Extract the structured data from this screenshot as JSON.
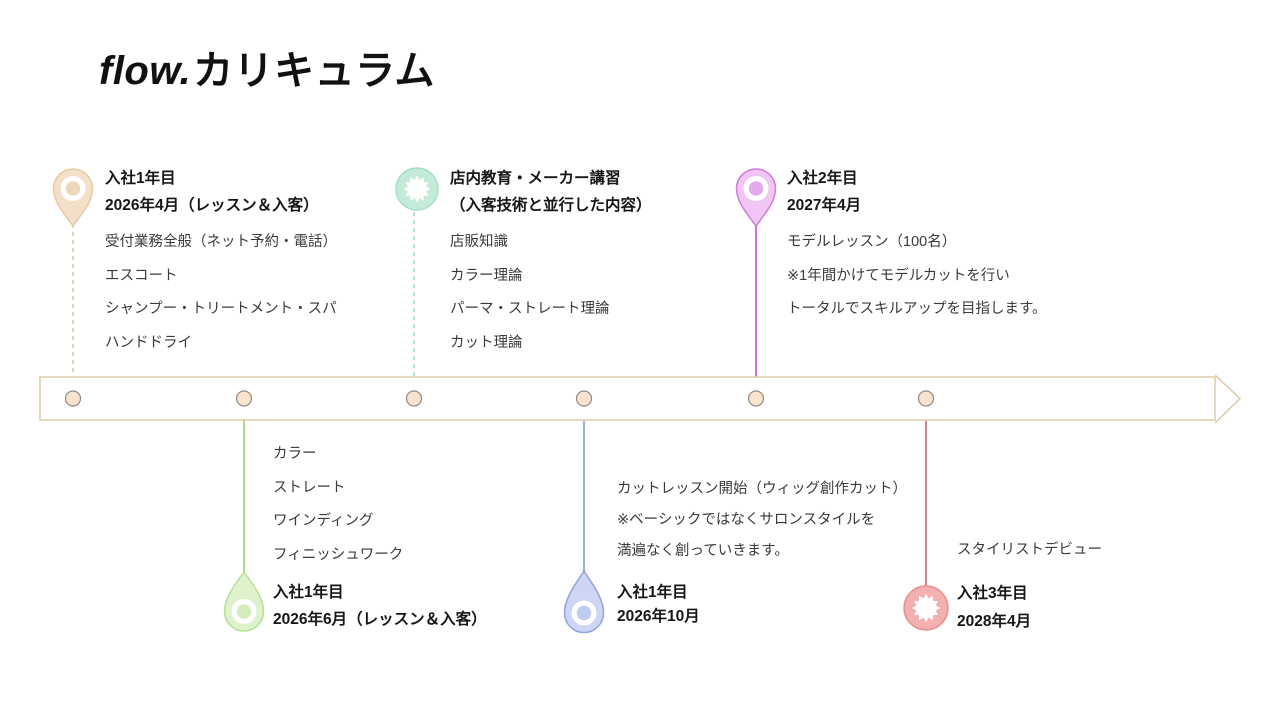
{
  "title": {
    "italic_part": "flow.",
    "text": "カリキュラム"
  },
  "palette": {
    "timeline_outline": "#e0cfab",
    "node_dot_fill": "#f8e4ce",
    "tan_accent": "#f4e0c8",
    "teal_accent": "#c3ebd8",
    "purple_accent": "#f1c6f5",
    "green_accent": "#def2cc",
    "blue_accent": "#cdd6f3",
    "red_accent": "#f4b0b0",
    "heading_text": "#161616",
    "body_text": "#3a3a3a"
  },
  "timeline": {
    "direction": "left-to-right",
    "node_count": 6
  },
  "milestones": [
    {
      "id": "april-2026",
      "side": "top",
      "icon": "map-pin-icon",
      "accent": "#f4e0c8",
      "connector": "dashed",
      "title_lines": [
        "入社1年目",
        "2026年4月（レッスン＆入客）"
      ],
      "items": [
        "受付業務全般（ネット予約・電話）",
        "エスコート",
        "シャンプー・トリートメント・スパ",
        "ハンドドライ"
      ]
    },
    {
      "id": "in-store-training",
      "side": "top",
      "icon": "badge-icon",
      "accent": "#c3ebd8",
      "connector": "dashed",
      "title_lines": [
        "店内教育・メーカー講習",
        "（入客技術と並行した内容）"
      ],
      "items": [
        "店販知識",
        "カラー理論",
        "パーマ・ストレート理論",
        "カット理論"
      ]
    },
    {
      "id": "april-2027",
      "side": "top",
      "icon": "map-pin-icon",
      "accent": "#f1c6f5",
      "connector": "solid",
      "title_lines": [
        "入社2年目",
        "2027年4月"
      ],
      "items": [
        "モデルレッスン（100名）",
        "※1年間かけてモデルカットを行い",
        "トータルでスキルアップを目指します。"
      ]
    },
    {
      "id": "june-2026",
      "side": "bottom",
      "icon": "teardrop-pin-icon",
      "accent": "#def2cc",
      "connector": "solid",
      "title_lines": [
        "入社1年目",
        "2026年6月（レッスン＆入客）"
      ],
      "items": [
        "カラー",
        "ストレート",
        "ワインディング",
        "フィニッシュワーク"
      ]
    },
    {
      "id": "october-2026",
      "side": "bottom",
      "icon": "teardrop-pin-icon",
      "accent": "#cdd6f3",
      "connector": "solid",
      "title_lines": [
        "入社1年目",
        "2026年10月"
      ],
      "items": [
        "カットレッスン開始（ウィッグ創作カット）",
        "※ベーシックではなくサロンスタイルを",
        "満遍なく創っていきます。"
      ]
    },
    {
      "id": "april-2028",
      "side": "bottom",
      "icon": "badge-icon",
      "accent": "#f4b0b0",
      "connector": "solid",
      "note": "スタイリストデビュー",
      "title_lines": [
        "入社3年目",
        "2028年4月"
      ],
      "items": []
    }
  ]
}
